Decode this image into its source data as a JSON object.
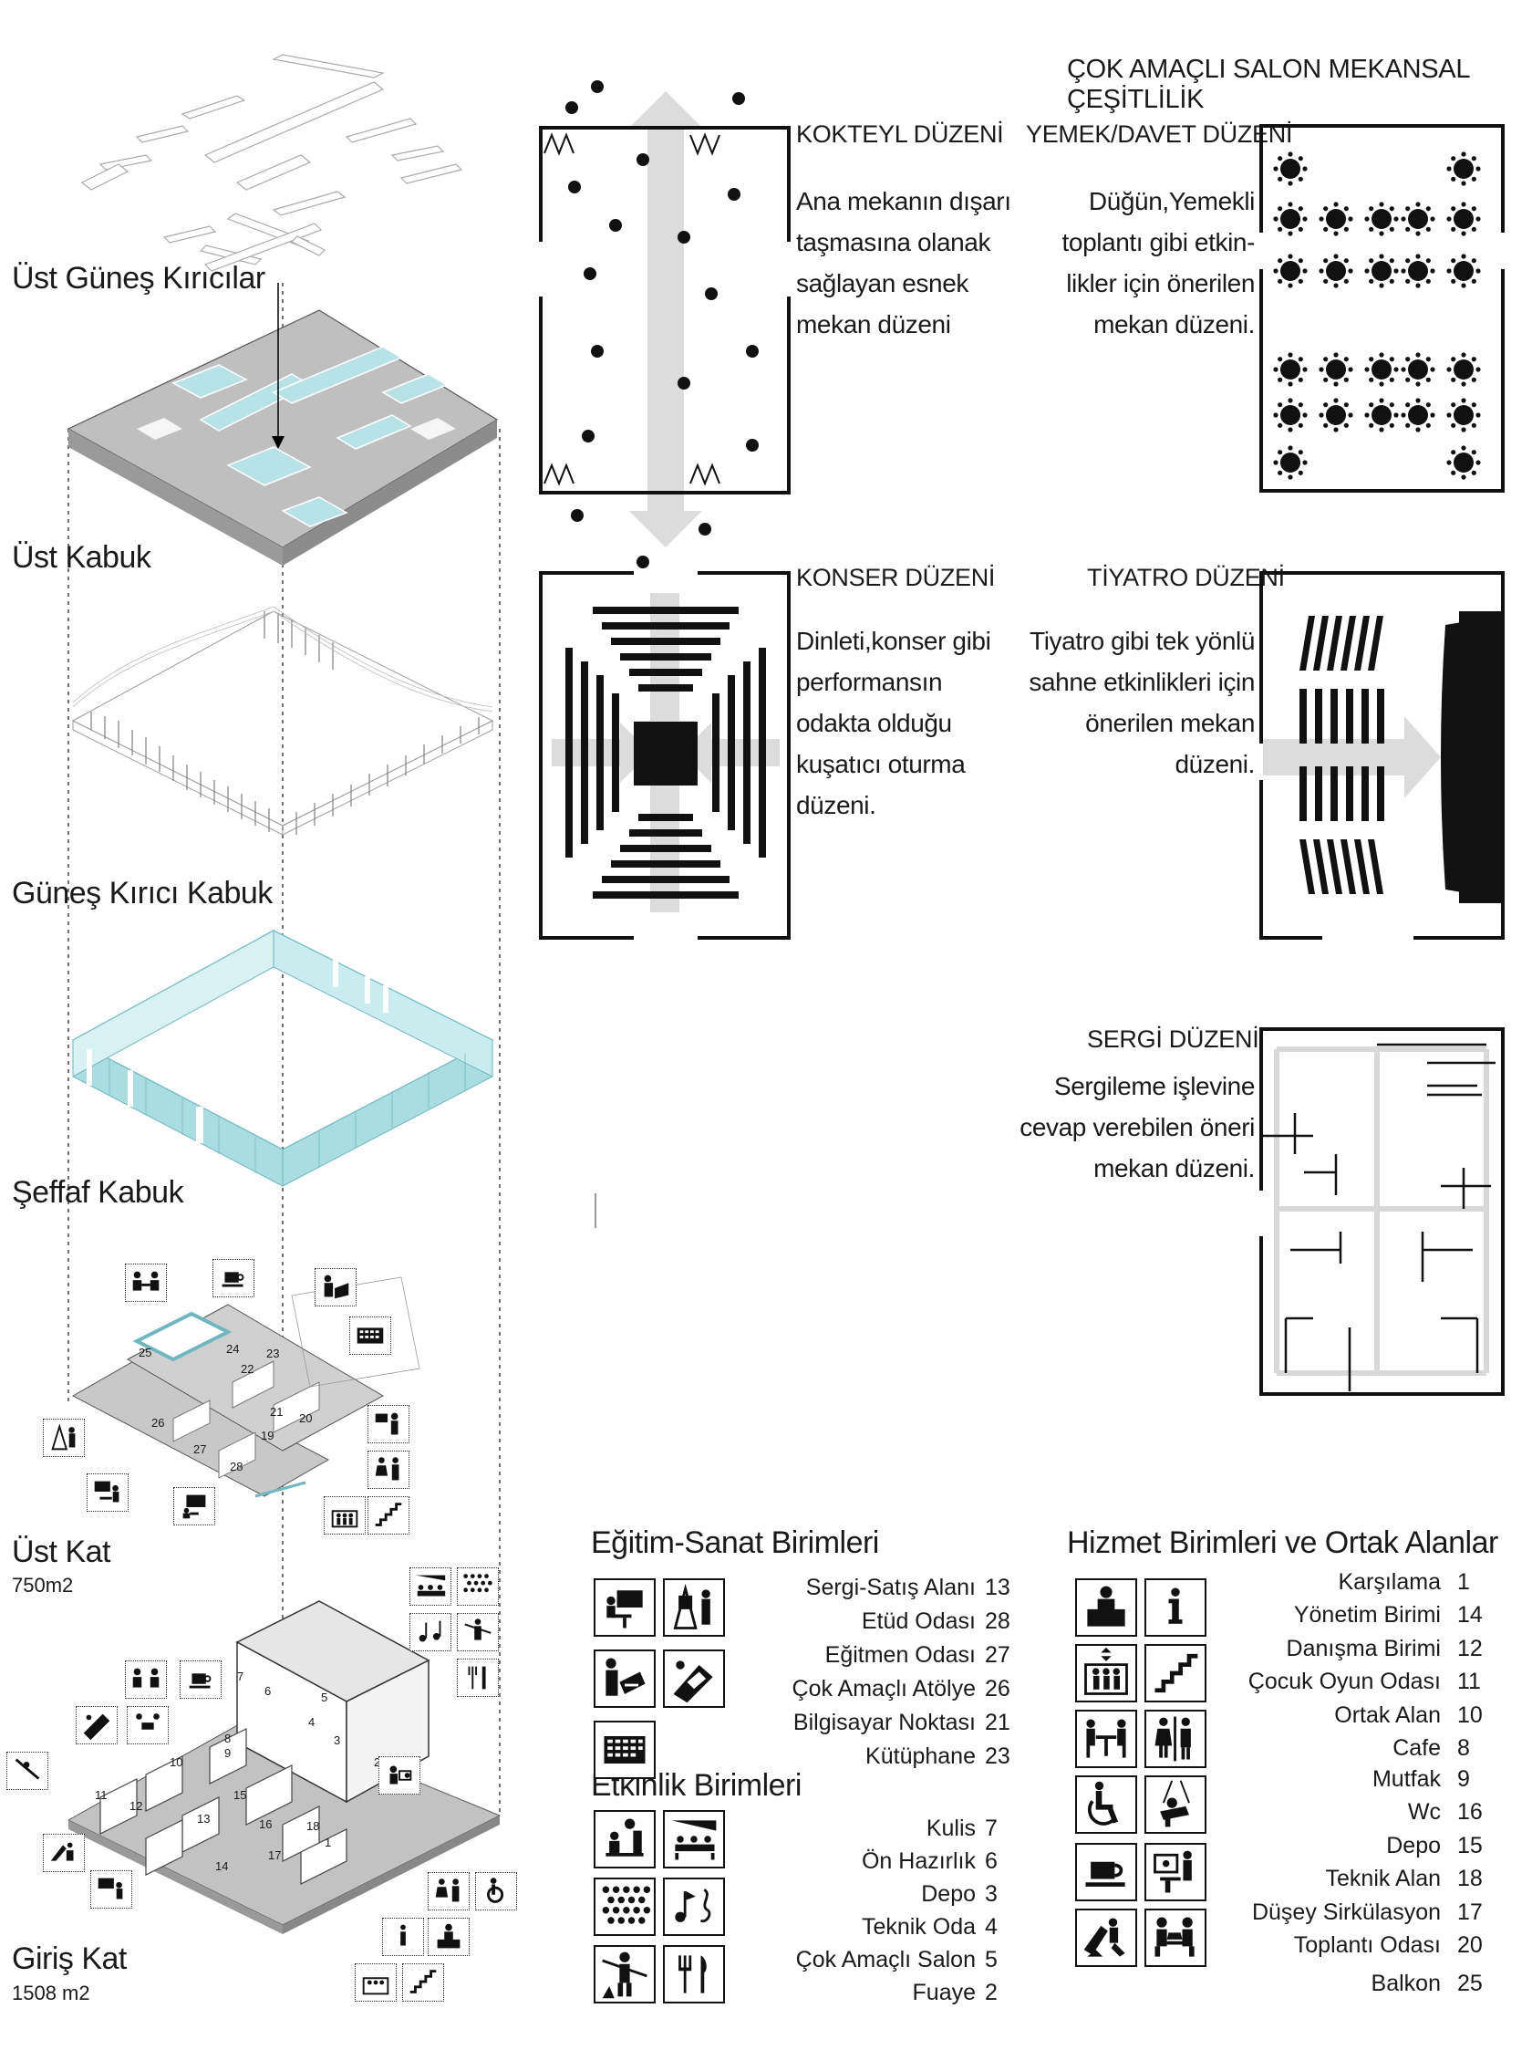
{
  "header": {
    "title": "ÇOK AMAÇLI SALON MEKANSAL ÇEŞİTLİLİK"
  },
  "exploded_layers": [
    {
      "name": "Üst Güneş Kırıcılar"
    },
    {
      "name": "Üst Kabuk"
    },
    {
      "name": "Güneş Kırıcı Kabuk"
    },
    {
      "name": "Şeffaf Kabuk"
    },
    {
      "name": "Üst Kat",
      "area": "750m2"
    },
    {
      "name": "Giriş Kat",
      "area": "1508 m2"
    }
  ],
  "upper_floor_numbers": [
    "25",
    "24",
    "23",
    "22",
    "21",
    "20",
    "19",
    "26",
    "27",
    "28"
  ],
  "ground_floor_numbers": [
    "7",
    "6",
    "5",
    "4",
    "3",
    "2",
    "8",
    "9",
    "10",
    "11",
    "12",
    "13",
    "14",
    "15",
    "16",
    "17",
    "18",
    "1"
  ],
  "layouts": {
    "kokteyl": {
      "title": "KOKTEYL DÜZENİ",
      "description": [
        "Ana mekanın dışarı",
        "taşmasına olanak",
        "sağlayan esnek",
        "mekan düzeni"
      ]
    },
    "yemek": {
      "title": "YEMEK/DAVET DÜZENİ",
      "description": [
        "Düğün,Yemekli",
        "toplantı gibi etkin-",
        "likler için önerilen",
        "mekan düzeni."
      ]
    },
    "konser": {
      "title": "KONSER DÜZENİ",
      "description": [
        "Dinleti,konser gibi",
        "performansın",
        "odakta olduğu",
        "kuşatıcı oturma",
        "düzeni."
      ]
    },
    "tiyatro": {
      "title": "TİYATRO DÜZENİ",
      "description": [
        "Tiyatro gibi tek yönlü",
        "sahne etkinlikleri için",
        "önerilen mekan",
        "düzeni."
      ]
    },
    "sergi": {
      "title": "SERGİ DÜZENİ",
      "description": [
        "Sergileme işlevine",
        "cevap verebilen öneri",
        "mekan düzeni."
      ]
    }
  },
  "legend": {
    "egitim": {
      "title": "Eğitim-Sanat Birimleri",
      "items": [
        {
          "label": "Sergi-Satış Alanı",
          "num": "13"
        },
        {
          "label": "Etüd Odası",
          "num": "28"
        },
        {
          "label": "Eğitmen Odası",
          "num": "27"
        },
        {
          "label": "Çok Amaçlı Atölye",
          "num": "26"
        },
        {
          "label": "Bilgisayar Noktası",
          "num": "21"
        },
        {
          "label": "Kütüphane",
          "num": "23"
        }
      ]
    },
    "etkinlik": {
      "title": "Etkinlik Birimleri",
      "items": [
        {
          "label": "Kulis",
          "num": "7"
        },
        {
          "label": "Ön Hazırlık",
          "num": "6"
        },
        {
          "label": "Depo",
          "num": "3"
        },
        {
          "label": "Teknik Oda",
          "num": "4"
        },
        {
          "label": "Çok Amaçlı Salon",
          "num": "5"
        },
        {
          "label": "Fuaye",
          "num": "2"
        }
      ]
    },
    "hizmet": {
      "title": "Hizmet Birimleri ve Ortak Alanlar",
      "items": [
        {
          "label": "Karşılama",
          "num": "1"
        },
        {
          "label": "Yönetim Birimi",
          "num": "14"
        },
        {
          "label": "Danışma Birimi",
          "num": "12"
        },
        {
          "label": "Çocuk Oyun Odası",
          "num": "11"
        },
        {
          "label": "Ortak Alan",
          "num": "10"
        },
        {
          "label": "Cafe",
          "num": "8"
        },
        {
          "label": "Mutfak",
          "num": "9"
        },
        {
          "label": "Wc",
          "num": "16"
        },
        {
          "label": "Depo",
          "num": "15"
        },
        {
          "label": "Teknik Alan",
          "num": "18"
        },
        {
          "label": "Düşey Sirkülasyon",
          "num": "17"
        },
        {
          "label": "Toplantı Odası",
          "num": "20"
        },
        {
          "label": "Balkon",
          "num": "25"
        }
      ]
    }
  },
  "colors": {
    "glass": "#a9dde2",
    "floor": "#bdbdbd",
    "ink": "#111111",
    "arrow": "#dcdcdc"
  }
}
